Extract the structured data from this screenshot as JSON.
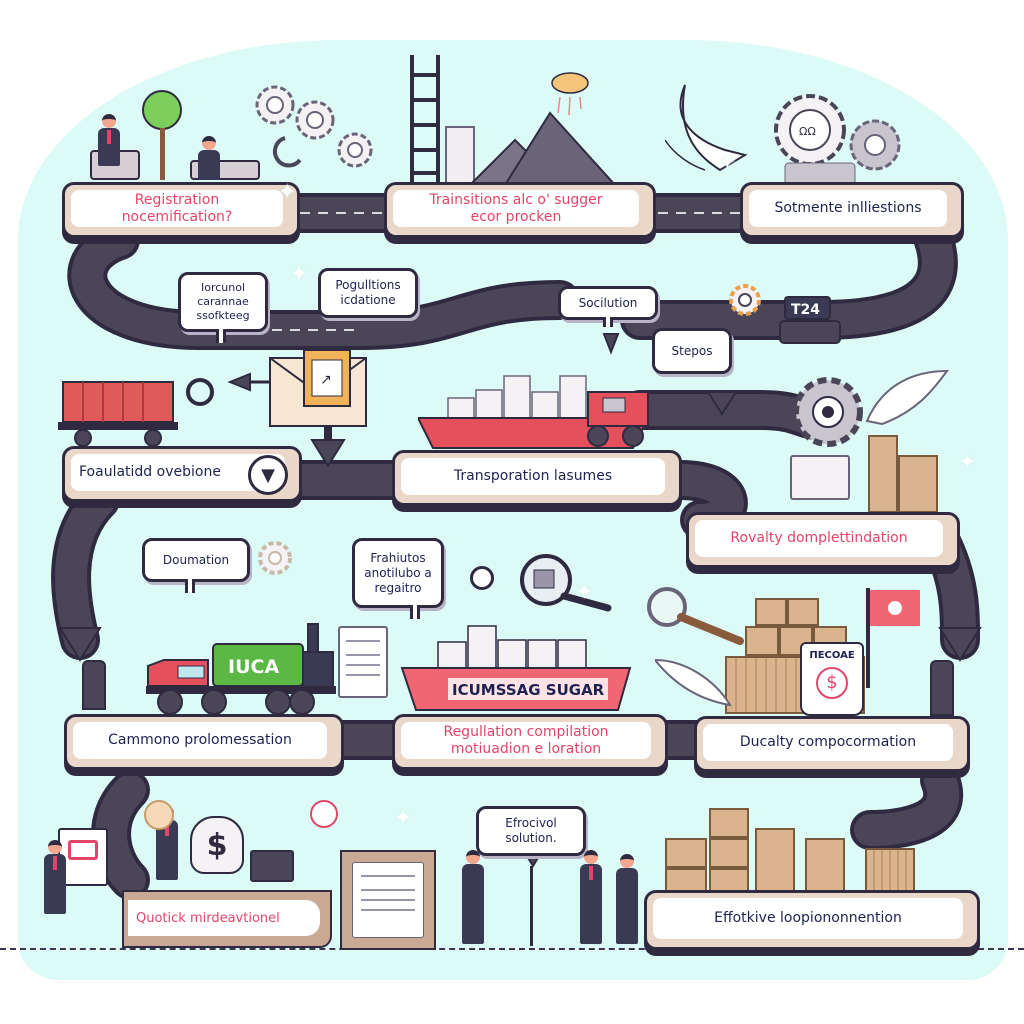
{
  "diagram": {
    "type": "process-flow-infographic",
    "theme": "sugar supply chain and regulatory compliance",
    "colors": {
      "background": "#dcfbf6",
      "road": "#4a4658",
      "outline": "#2f2a40",
      "label_pink": "#e2456a",
      "label_navy": "#1f2250",
      "box_tan": "#e9d8c9",
      "truck_red": "#e4505c",
      "cargo_green": "#5bb845",
      "crate": "#d9b48f"
    },
    "steps": [
      {
        "id": "s1",
        "label": "Registration\nnocemification?",
        "color": "pink"
      },
      {
        "id": "s2",
        "label": "Trainsitions alc o' sugger\necor procken",
        "color": "pink"
      },
      {
        "id": "s3",
        "label": "Sotmente inlliestions",
        "color": "navy"
      },
      {
        "id": "s4",
        "label": "Foaulatidd ovebione",
        "color": "navy"
      },
      {
        "id": "s5",
        "label": "Transporation lasumes",
        "color": "navy"
      },
      {
        "id": "s6",
        "label": "Rovalty domplettindation",
        "color": "pink"
      },
      {
        "id": "s7",
        "label": "Cammono prolomessation",
        "color": "navy"
      },
      {
        "id": "s8",
        "label": "Regullation compilation\nmotiuadion e loration",
        "color": "pink"
      },
      {
        "id": "s9",
        "label": "Ducalty compocormation",
        "color": "navy"
      },
      {
        "id": "s10",
        "label": "Quotick mirdeavtionel",
        "color": "pink"
      },
      {
        "id": "s11",
        "label": "Effotkive loopiononnention",
        "color": "navy"
      }
    ],
    "callouts": [
      {
        "id": "c1",
        "label": "Iorcunol\ncarannae\nssofkteeg"
      },
      {
        "id": "c2",
        "label": "Pogulltions\nicdatione"
      },
      {
        "id": "c3",
        "label": "Socilution"
      },
      {
        "id": "c4",
        "label": "Stepos"
      },
      {
        "id": "c5",
        "label": "Doumation"
      },
      {
        "id": "c6",
        "label": "Frahiutos\nanotilubo a\nregaitro"
      },
      {
        "id": "c7",
        "label": "Efrocivol\nsolution."
      }
    ],
    "illustration_text": {
      "ship_banner": "ICUMSSAG SUGAR",
      "truck_cargo": "IUCA",
      "sack_label": "ПECOAE",
      "meter_display": "T24",
      "money_symbol": "$"
    }
  }
}
